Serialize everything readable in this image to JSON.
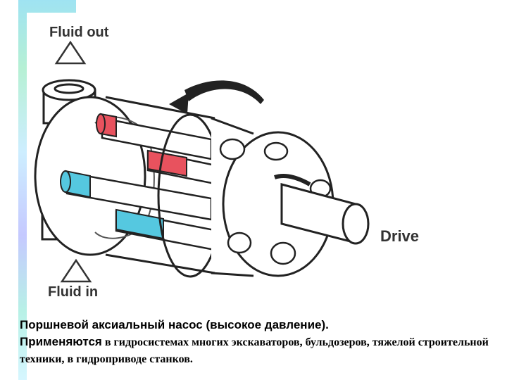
{
  "labels": {
    "fluid_out": "Fluid out",
    "fluid_in": "Fluid in",
    "drive": "Drive"
  },
  "caption": {
    "title": "Поршневой аксиальный насос (высокое давление).",
    "lead_word": "Применяются",
    "rest": " в гидросистемах многих экскаваторов, бульдозеров, тяжелой строительной техники, в гидроприводе станков."
  },
  "colors": {
    "high_pressure": "#e8525e",
    "low_pressure": "#55c8e0",
    "outline": "#222222",
    "stripe": "#b6f0d4"
  }
}
